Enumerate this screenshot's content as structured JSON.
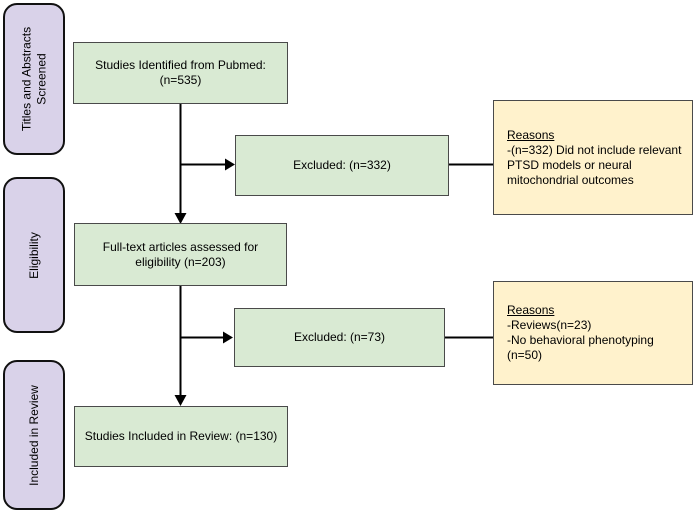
{
  "colors": {
    "stage-fill": "#d9d2e9",
    "stage-border": "#111111",
    "process-fill": "#d9ead3",
    "process-border": "#4a4a4a",
    "reason-fill": "#fff2cc",
    "reason-border": "#4a4a4a",
    "connector": "#000000"
  },
  "stages": [
    {
      "label": "Titles and Abstracts Screened"
    },
    {
      "label": "Eligibility"
    },
    {
      "label": "Included in Review"
    }
  ],
  "boxes": {
    "identified": "Studies Identified from Pubmed: (n=535)",
    "excluded1": "Excluded: (n=332)",
    "fulltext": "Full-text articles assessed for eligibility (n=203)",
    "excluded2": "Excluded: (n=73)",
    "included": "Studies Included in Review: (n=130)"
  },
  "reasons1": {
    "heading": "Reasons",
    "lines": [
      "-(n=332) Did not include relevant PTSD models or neural mitochondrial outcomes"
    ]
  },
  "reasons2": {
    "heading": "Reasons",
    "lines": [
      "-Reviews(n=23)",
      "-No behavioral phenotyping (n=50)"
    ]
  }
}
